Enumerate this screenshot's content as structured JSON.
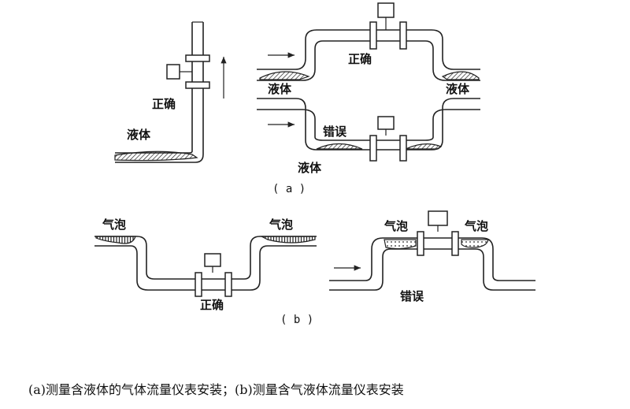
{
  "labels": {
    "correct": "正确",
    "wrong": "错误",
    "liquid": "液体",
    "bubble": "气泡"
  },
  "subfig": {
    "a": "( a )",
    "b": "( b )"
  },
  "caption": "(a)测量含液体的气体流量仪表安装；(b)测量含气液体流量仪表安装",
  "colors": {
    "line": "#222222",
    "background": "#ffffff"
  }
}
